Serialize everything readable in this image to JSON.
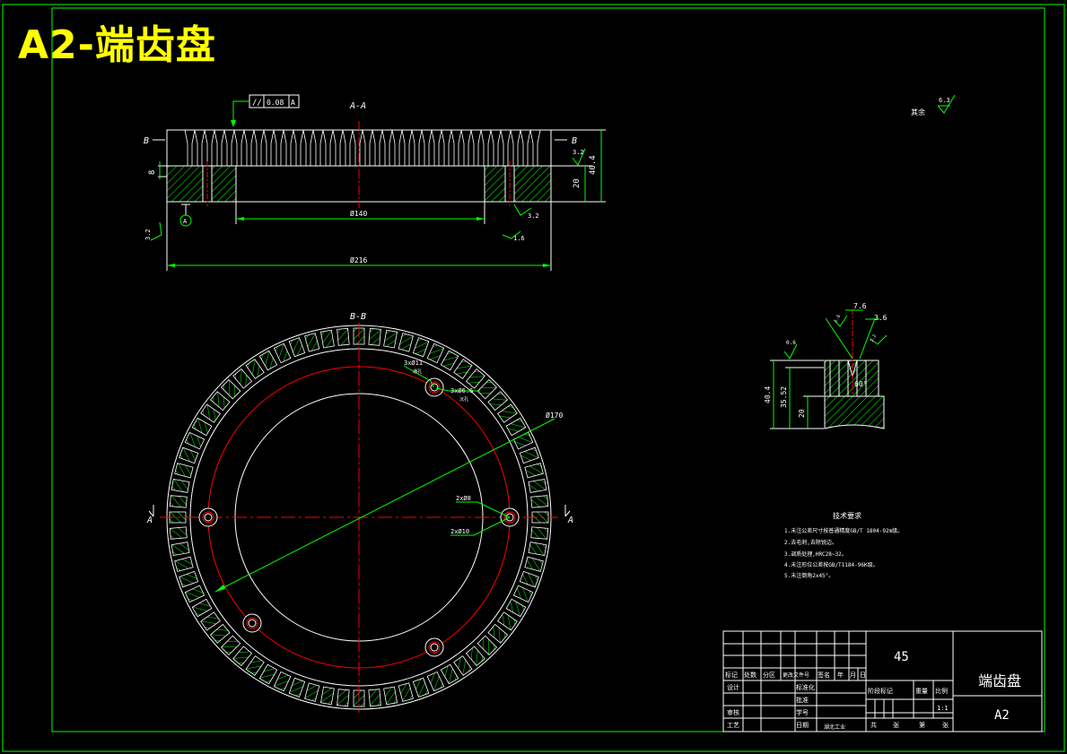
{
  "heading": "A2-端齿盘",
  "views": {
    "section_aa": "A-A",
    "section_bb": "B-B",
    "cut_b": "B",
    "cut_a": "A",
    "datum": "A"
  },
  "tolerance": {
    "symbol": "//",
    "value": "0.08",
    "datum": "A"
  },
  "dims": {
    "d140": "Ø140",
    "d216": "Ø216",
    "d170": "Ø170",
    "h8": "8",
    "h20": "20",
    "h40_4": "40.4",
    "r32a": "3.2",
    "r32b": "3.2",
    "r32c": "3.2",
    "r16": "1.6",
    "holes1": "3xØ11",
    "holes1_note": "通孔",
    "holes2": "3xØ6.6",
    "holes2_note": "沉孔",
    "holes3": "2xØ8",
    "holes4": "2xØ10",
    "rest": "其余",
    "rest_val": "6.3"
  },
  "detail": {
    "d76": "7.6",
    "d36": "3.6",
    "ang": "60°",
    "h404": "40.4",
    "h3552": "35.52",
    "h20": "20",
    "r06": "0.6",
    "r16": "1.6",
    "r32": "3.2"
  },
  "tech": {
    "title": "技术要求",
    "items": [
      "1.未注公差尺寸按普通精度GB/T 1804-92m级。",
      "2.去毛刺,去除锐边。",
      "3.调质处理,HRC28~32。",
      "4.未注形位公差按GB/T1184-96K级。",
      "5.未注倒角2x45°。"
    ]
  },
  "titleblock": {
    "material": "45",
    "part_name": "端齿盘",
    "drawing_no": "A2",
    "row_headers": [
      "标记",
      "处数",
      "分区",
      "更改文件号",
      "签名",
      "年",
      "月",
      "日"
    ],
    "left_labels": [
      "设计",
      "审核",
      "工艺"
    ],
    "mid_labels": [
      "标准化",
      "批准",
      "学号",
      "日期"
    ],
    "stage_headers": [
      "阶段标记",
      "重量",
      "比例"
    ],
    "scale": "1:1",
    "sheets": [
      "共",
      "张",
      "第",
      "张"
    ],
    "school": "湖北工业"
  }
}
